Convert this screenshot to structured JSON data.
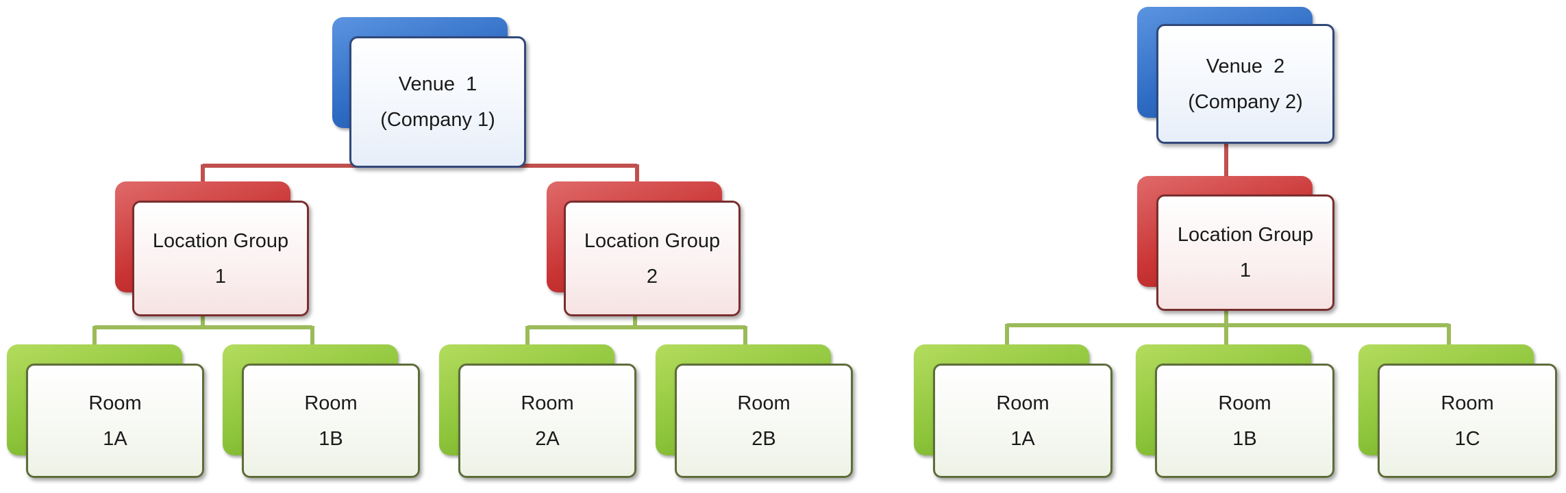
{
  "trees": [
    {
      "venue": {
        "line1": "Venue  1",
        "line2": "(Company 1)"
      },
      "groups": [
        {
          "line1": "Location Group",
          "line2": "1",
          "rooms": [
            {
              "line1": "Room",
              "line2": "1A"
            },
            {
              "line1": "Room",
              "line2": "1B"
            }
          ]
        },
        {
          "line1": "Location Group",
          "line2": "2",
          "rooms": [
            {
              "line1": "Room",
              "line2": "2A"
            },
            {
              "line1": "Room",
              "line2": "2B"
            }
          ]
        }
      ]
    },
    {
      "venue": {
        "line1": "Venue  2",
        "line2": "(Company 2)"
      },
      "groups": [
        {
          "line1": "Location Group",
          "line2": "1",
          "rooms": [
            {
              "line1": "Room",
              "line2": "1A"
            },
            {
              "line1": "Room",
              "line2": "1B"
            },
            {
              "line1": "Room",
              "line2": "1C"
            }
          ]
        }
      ]
    }
  ],
  "colors": {
    "venue_connector": "#c0504d",
    "room_connector": "#9bbb59",
    "venue_accent": "#2f6cc4",
    "group_accent": "#c93333",
    "room_accent": "#8cc43a"
  }
}
